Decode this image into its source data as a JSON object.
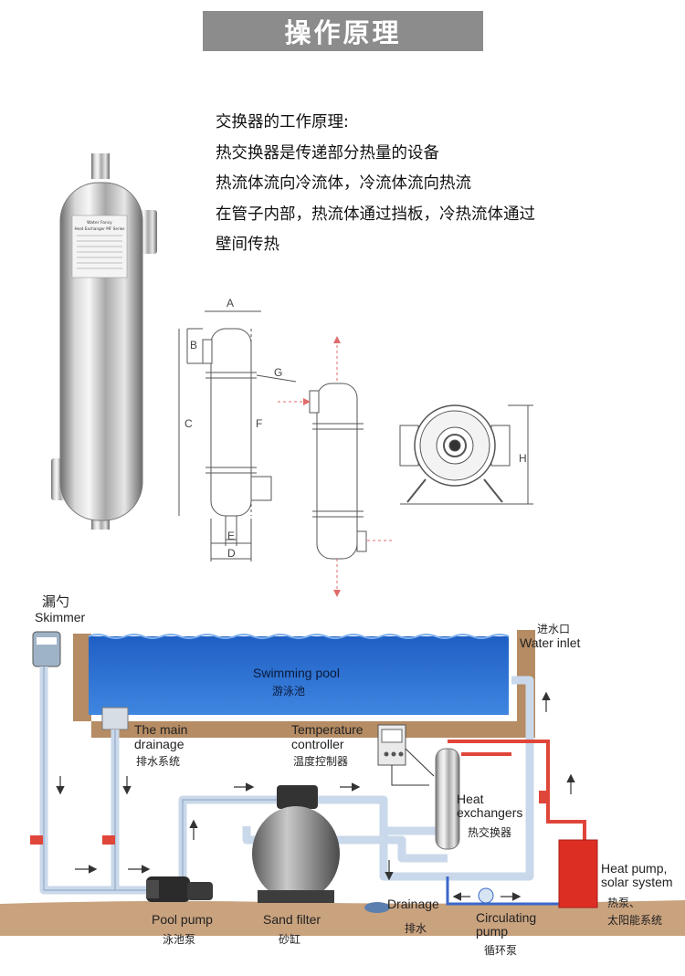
{
  "header": {
    "title": "操作原理"
  },
  "description": {
    "lines": [
      "交换器的工作原理:",
      "热交换器是传递部分热量的设备",
      "热流体流向冷流体，冷流体流向热流",
      "在管子内部，热流体通过挡板，冷热流体通过",
      "壁间传热"
    ]
  },
  "product": {
    "plate_lines": [
      "Water Fancy",
      "Heat Exchanger MF Series"
    ]
  },
  "dimensions": {
    "labels": [
      "A",
      "B",
      "C",
      "F",
      "G",
      "E",
      "D",
      "H"
    ]
  },
  "system": {
    "skimmer_zh": "漏勺",
    "skimmer_en": "Skimmer",
    "inlet_zh": "进水口",
    "inlet_en": "Water inlet",
    "pool_en": "Swimming pool",
    "pool_zh": "游泳池",
    "drainage_main_en_1": "The main",
    "drainage_main_en_2": "drainage",
    "drainage_main_zh": "排水系统",
    "temp_en_1": "Temperature",
    "temp_en_2": "controller",
    "temp_zh": "温度控制器",
    "hx_en_1": "Heat",
    "hx_en_2": "exchangers",
    "hx_zh": "热交换器",
    "heatpump_en_1": "Heat pump,",
    "heatpump_en_2": "solar system",
    "heatpump_zh_1": "热泵、",
    "heatpump_zh_2": "太阳能系统",
    "poolpump_en": "Pool pump",
    "poolpump_zh": "泳池泵",
    "sandfilter_en": "Sand filter",
    "sandfilter_zh": "砂缸",
    "drain_en": "Drainage",
    "drain_zh": "排水",
    "circ_en_1": "Circulating",
    "circ_en_2": "pump",
    "circ_zh": "循环泵"
  },
  "colors": {
    "header_bg": "#8c8c8c",
    "pool_water": "#2f6fd0",
    "ground": "#c9a27e",
    "hot_pipe": "#e0453a",
    "heat_pump": "#dd2e24"
  }
}
